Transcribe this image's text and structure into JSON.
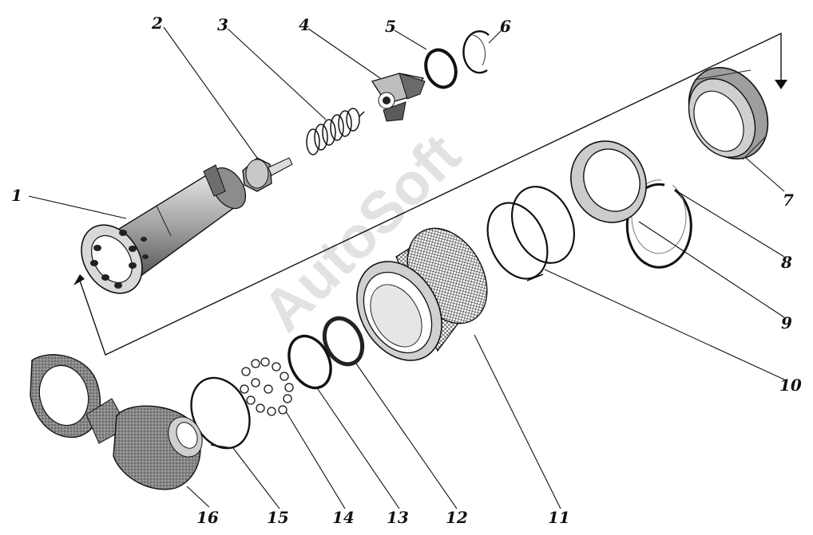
{
  "watermark": "AutoSoft",
  "labels": {
    "p1": "1",
    "p2": "2",
    "p3": "3",
    "p4": "4",
    "p5": "5",
    "p6": "6",
    "p7": "7",
    "p8": "8",
    "p9": "9",
    "p10": "10",
    "p11": "11",
    "p12": "12",
    "p13": "13",
    "p14": "14",
    "p15": "15",
    "p16": "16"
  }
}
